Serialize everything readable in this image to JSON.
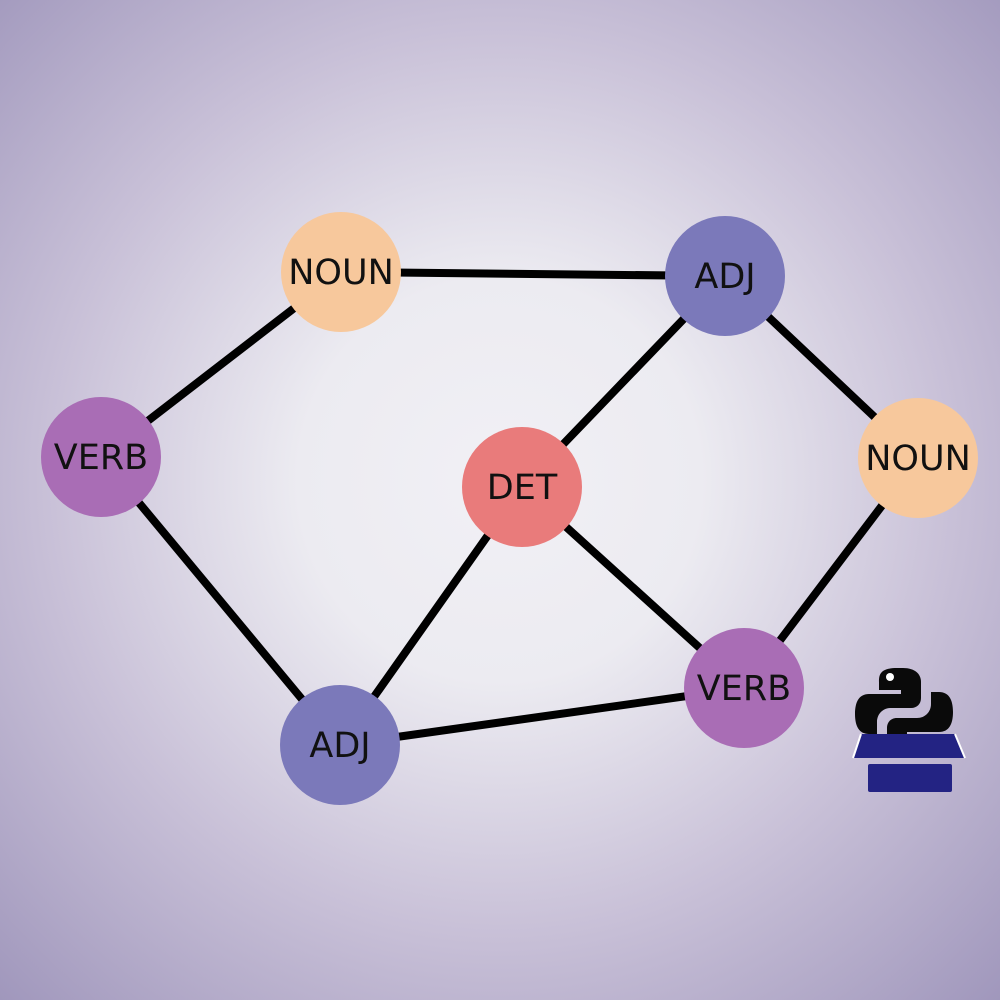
{
  "graph": {
    "nodes": [
      {
        "id": "n1",
        "label": "NOUN",
        "pos": "NOUN",
        "color": "#f7c89c"
      },
      {
        "id": "n2",
        "label": "ADJ",
        "pos": "ADJ",
        "color": "#7b79ba"
      },
      {
        "id": "n3",
        "label": "VERB",
        "pos": "VERB",
        "color": "#a96db5"
      },
      {
        "id": "n4",
        "label": "DET",
        "pos": "DET",
        "color": "#e97b7b"
      },
      {
        "id": "n5",
        "label": "NOUN",
        "pos": "NOUN",
        "color": "#f7c89c"
      },
      {
        "id": "n6",
        "label": "VERB",
        "pos": "VERB",
        "color": "#a96db5"
      },
      {
        "id": "n7",
        "label": "ADJ",
        "pos": "ADJ",
        "color": "#7b79ba"
      }
    ],
    "edges": [
      [
        "n1",
        "n2"
      ],
      [
        "n1",
        "n3"
      ],
      [
        "n2",
        "n4"
      ],
      [
        "n2",
        "n5"
      ],
      [
        "n3",
        "n7"
      ],
      [
        "n4",
        "n6"
      ],
      [
        "n4",
        "n7"
      ],
      [
        "n5",
        "n6"
      ],
      [
        "n6",
        "n7"
      ]
    ]
  },
  "logo": {
    "icon": "python-package-icon",
    "snake_color": "#0a0a0a",
    "box_color": "#232383"
  },
  "background": {
    "center_color": "#f1f0f5",
    "edge_color": "#a097bc"
  }
}
